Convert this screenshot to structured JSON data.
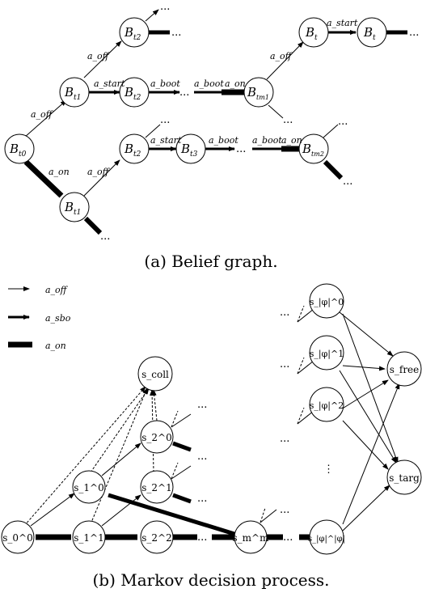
{
  "captions": {
    "belief_graph": "(a) Belief graph.",
    "mdp": "(b) Markov decision process."
  },
  "ellipsis": "...",
  "vdots": "⋮",
  "belief": {
    "node_symbol": "B",
    "nodes": {
      "t0": "t0",
      "t1": "t1",
      "t2": "t2",
      "t3": "t3",
      "tm1": "tm1",
      "tm2": "tm2",
      "t": "t"
    },
    "edges": {
      "off": "a_off",
      "start": "a_start",
      "boot": "a_boot",
      "on": "a_on"
    }
  },
  "legend": [
    {
      "label": "a_off",
      "style": "thin"
    },
    {
      "label": "a_sbo",
      "style": "medium"
    },
    {
      "label": "a_on",
      "style": "thick"
    }
  ],
  "mdp": {
    "nodes": {
      "s00": "s_0^0",
      "s01": "s_1^0",
      "s11": "s_1^1",
      "s02": "s_2^0",
      "s12": "s_2^1",
      "s22": "s_2^2",
      "smm": "s_m^m",
      "sphi0": "s_|φ|^0",
      "sphi1": "s_|φ|^1",
      "sphi2": "s_|φ|^2",
      "sphiphi": "s_|φ|^|φ|",
      "scoll": "s_coll",
      "sfree": "s_free",
      "starg": "s_targ"
    }
  }
}
